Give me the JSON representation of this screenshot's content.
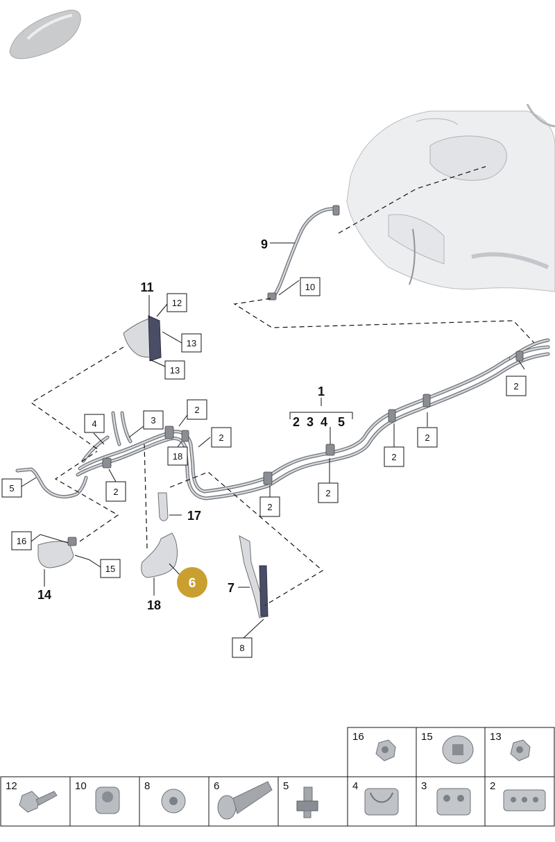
{
  "callouts": {
    "c9": "9",
    "c10": "10",
    "c11": "11",
    "c12": "12",
    "c13a": "13",
    "c13b": "13",
    "c1": "1",
    "c1_sub": [
      "2",
      "3",
      "4",
      "5"
    ],
    "c2_right": "2",
    "c2_top": "2",
    "c2_pipe": "2",
    "c2_a": "2",
    "c2_b": "2",
    "c2_c": "2",
    "c2_d": "2",
    "c2_e": "2",
    "c3": "3",
    "c4": "4",
    "c5": "5",
    "c18box": "18",
    "c17": "17",
    "c16": "16",
    "c15": "15",
    "c14": "14",
    "c18": "18",
    "c6": "6",
    "c7": "7",
    "c8": "8"
  },
  "highlight_color": "#C9A030",
  "parts_table": {
    "top_row": [
      "16",
      "15",
      "13"
    ],
    "bottom_row": [
      "12",
      "10",
      "8",
      "6",
      "5",
      "4",
      "3",
      "2"
    ]
  }
}
